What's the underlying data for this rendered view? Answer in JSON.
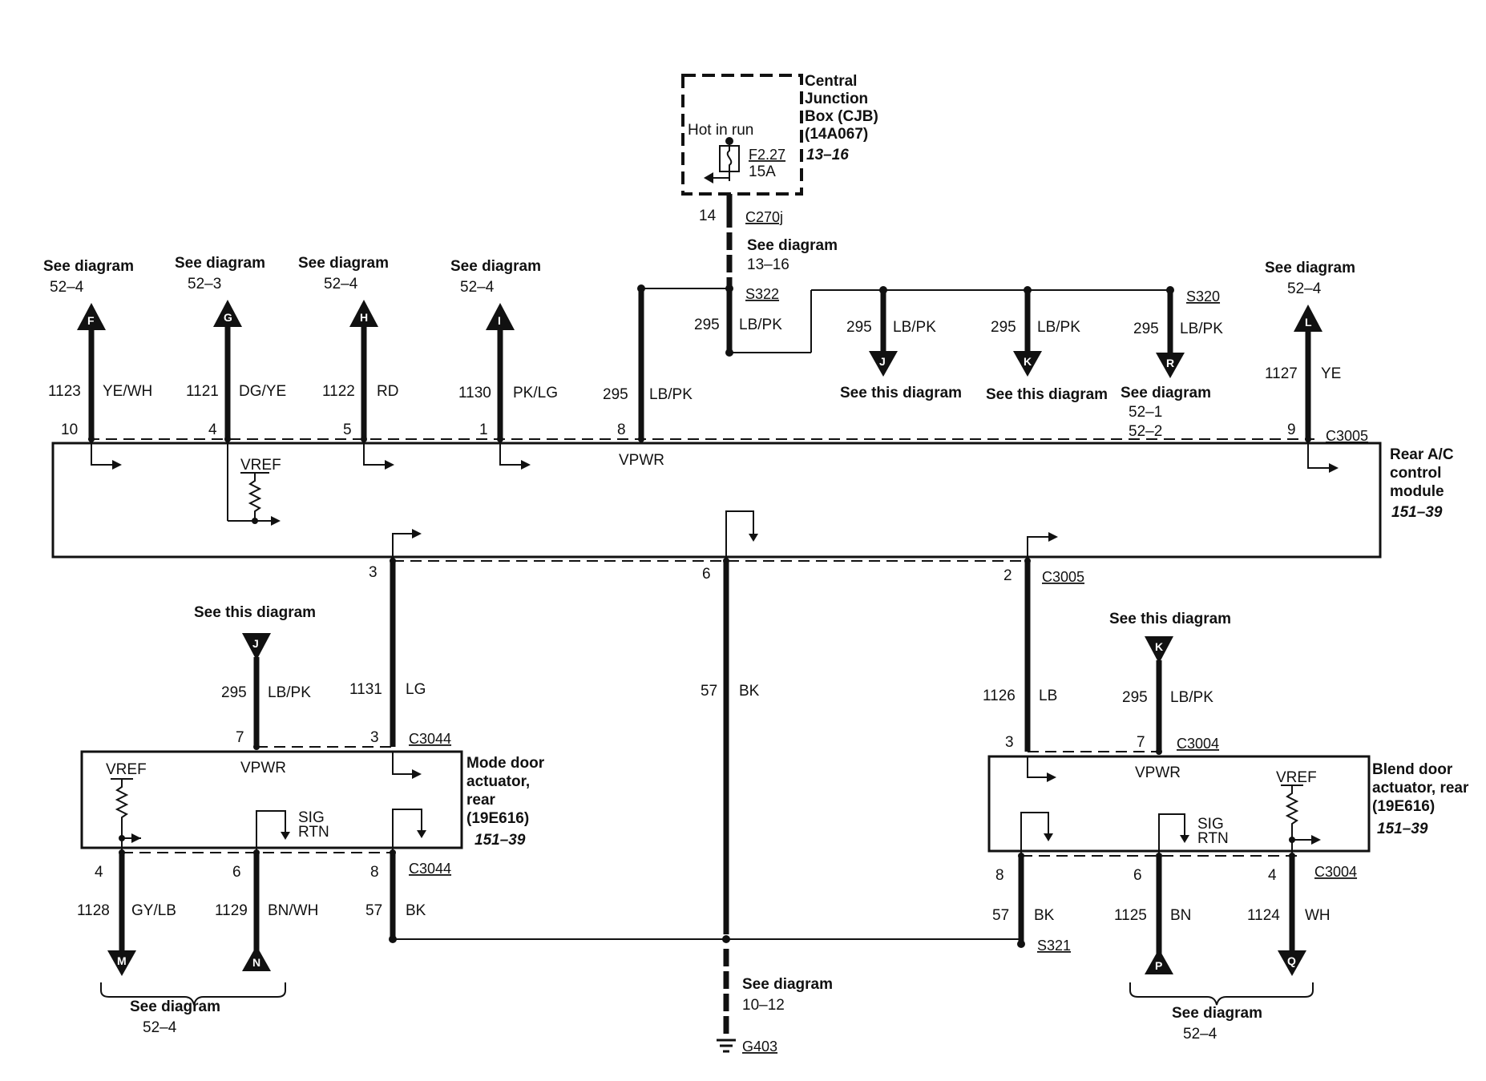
{
  "cjb": {
    "title_lines": [
      "Central",
      "Junction",
      "Box (CJB)",
      "(14A067)"
    ],
    "ref": "13–16",
    "hot_label": "Hot in run",
    "fuse": "F2.27",
    "fuse_rating": "15A"
  },
  "connectors": {
    "c270j": "C270j",
    "c270j_pin": "14",
    "s322": "S322",
    "s320": "S320",
    "s321": "S321",
    "c3005_top": "C3005",
    "c3005_bottom": "C3005",
    "c3044_top": "C3044",
    "c3044_bottom": "C3044",
    "c3004_top": "C3004",
    "c3004_bottom": "C3004",
    "g403": "G403"
  },
  "top_refs": {
    "cjb_diagram": [
      "See diagram",
      "13–16"
    ],
    "F": [
      "See diagram",
      "52–4"
    ],
    "G": [
      "See diagram",
      "52–3"
    ],
    "H": [
      "See diagram",
      "52–4"
    ],
    "I": [
      "See diagram",
      "52–4"
    ],
    "L": [
      "See diagram",
      "52–4"
    ],
    "J": [
      "See this diagram"
    ],
    "K": [
      "See this diagram"
    ],
    "R": [
      "See diagram",
      "52–1",
      "52–2"
    ]
  },
  "module": {
    "title_lines": [
      "Rear A/C",
      "control",
      "module"
    ],
    "ref": "151–39",
    "vpwr": "VPWR",
    "vref": "VREF"
  },
  "mode_door": {
    "title_lines": [
      "Mode door",
      "actuator,",
      "rear",
      "(19E616)"
    ],
    "ref": "151–39",
    "vpwr": "VPWR",
    "vref": "VREF",
    "sig": "SIG",
    "rtn": "RTN",
    "ref_J": "See this diagram",
    "bottom_ref": [
      "See diagram",
      "52–4"
    ]
  },
  "blend_door": {
    "title_lines": [
      "Blend door",
      "actuator, rear",
      "(19E616)"
    ],
    "ref": "151–39",
    "vpwr": "VPWR",
    "vref": "VREF",
    "sig": "SIG",
    "rtn": "RTN",
    "ref_K": "See this diagram",
    "bottom_ref": [
      "See diagram",
      "52–4"
    ]
  },
  "ground_ref": [
    "See diagram",
    "10–12"
  ],
  "wires": [
    {
      "id": "295-cjb",
      "circuit": "295",
      "color": "LB/PK"
    },
    {
      "id": "1123",
      "circuit": "1123",
      "color": "YE/WH",
      "pin": "10",
      "letter": "F"
    },
    {
      "id": "1121",
      "circuit": "1121",
      "color": "DG/YE",
      "pin": "4",
      "letter": "G"
    },
    {
      "id": "1122",
      "circuit": "1122",
      "color": "RD",
      "pin": "5",
      "letter": "H"
    },
    {
      "id": "1130",
      "circuit": "1130",
      "color": "PK/LG",
      "pin": "1",
      "letter": "I"
    },
    {
      "id": "295-mod",
      "circuit": "295",
      "color": "LB/PK",
      "pin": "8"
    },
    {
      "id": "295-J",
      "circuit": "295",
      "color": "LB/PK",
      "letter": "J"
    },
    {
      "id": "295-K",
      "circuit": "295",
      "color": "LB/PK",
      "letter": "K"
    },
    {
      "id": "295-R",
      "circuit": "295",
      "color": "LB/PK",
      "letter": "R"
    },
    {
      "id": "1127",
      "circuit": "1127",
      "color": "YE",
      "pin": "9",
      "letter": "L"
    },
    {
      "id": "1131",
      "circuit": "1131",
      "color": "LG",
      "pin_mod": "3",
      "pin_act": "3"
    },
    {
      "id": "57-mod",
      "circuit": "57",
      "color": "BK",
      "pin": "6"
    },
    {
      "id": "1126",
      "circuit": "1126",
      "color": "LB",
      "pin_mod": "2",
      "pin_act": "3"
    },
    {
      "id": "295-mode",
      "circuit": "295",
      "color": "LB/PK",
      "pin": "7"
    },
    {
      "id": "295-blend",
      "circuit": "295",
      "color": "LB/PK",
      "pin": "7"
    },
    {
      "id": "1128",
      "circuit": "1128",
      "color": "GY/LB",
      "pin": "4",
      "letter": "M"
    },
    {
      "id": "1129",
      "circuit": "1129",
      "color": "BN/WH",
      "pin": "6",
      "letter": "N"
    },
    {
      "id": "57-mode",
      "circuit": "57",
      "color": "BK",
      "pin": "8"
    },
    {
      "id": "57-blend",
      "circuit": "57",
      "color": "BK",
      "pin": "8"
    },
    {
      "id": "1125",
      "circuit": "1125",
      "color": "BN",
      "pin": "6",
      "letter": "P"
    },
    {
      "id": "1124",
      "circuit": "1124",
      "color": "WH",
      "pin": "4",
      "letter": "Q"
    }
  ]
}
